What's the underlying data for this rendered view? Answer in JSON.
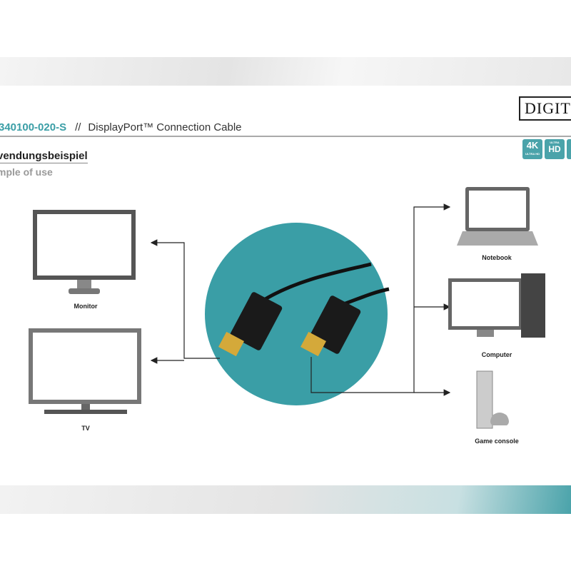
{
  "header": {
    "logo": "DIGITUS",
    "product_code": "340100-020-S",
    "separator": "//",
    "product_name": "DisplayPort™ Connection Cable"
  },
  "section": {
    "title_de": "vendungsbeispiel",
    "title_en": "mple of use"
  },
  "badges": [
    {
      "big": "4K",
      "small": "ULTRA HD"
    },
    {
      "big": "HD",
      "small": "ULTRA"
    },
    {
      "big": "",
      "small": ""
    }
  ],
  "devices": {
    "monitor": "Monitor",
    "tv": "TV",
    "notebook": "Notebook",
    "computer": "Computer",
    "game_console": "Game console"
  },
  "colors": {
    "accent": "#3a9ea6"
  }
}
